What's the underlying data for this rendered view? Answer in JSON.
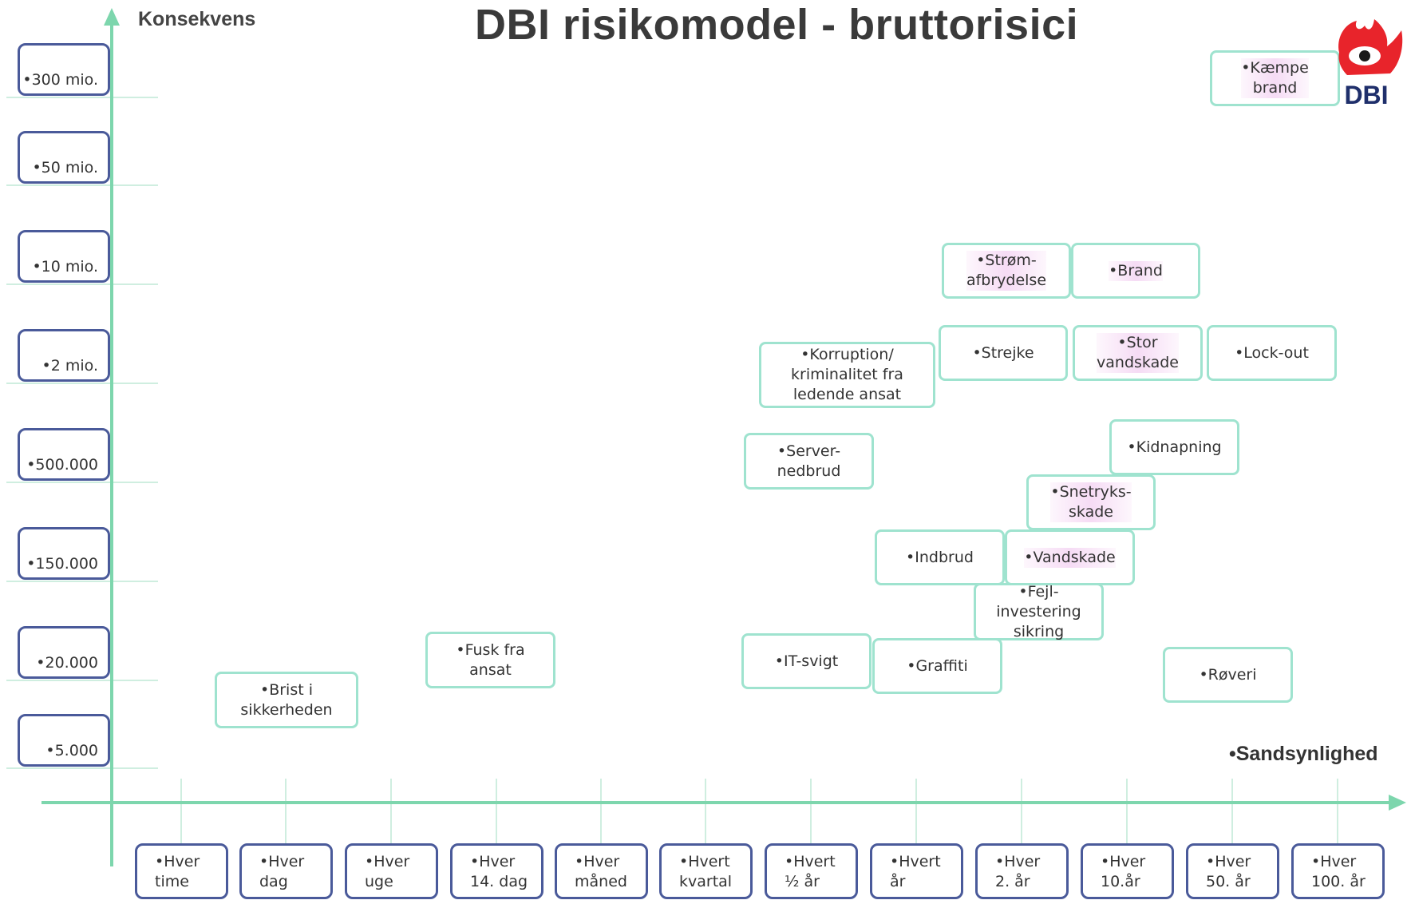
{
  "title": "DBI risikomodel - bruttorisici",
  "y_axis_label": "Konsekvens",
  "x_axis_label": "•Sandsynlighed",
  "logo_text": "DBI",
  "y_levels": [
    "•300 mio.",
    "•50 mio.",
    "•10 mio.",
    "•2 mio.",
    "•500.000",
    "•150.000",
    "•20.000",
    "•5.000"
  ],
  "x_levels": [
    "•Hver\ntime",
    "•Hver\ndag",
    "•Hver\nuge",
    "•Hver\n14. dag",
    "•Hver\nmåned",
    "•Hvert\nkvartal",
    "•Hvert\n½ år",
    "•Hvert\når",
    "•Hver\n2. år",
    "•Hver\n10.år",
    "•Hver\n50. år",
    "•Hver\n100. år"
  ],
  "risks": [
    {
      "label": "•Kæmpe\nbrand",
      "highlight": true
    },
    {
      "label": "•Strøm-\nafbrydelse",
      "highlight": true
    },
    {
      "label": "•Brand",
      "highlight": true
    },
    {
      "label": "•Korruption/\nkriminalitet fra\nledende ansat",
      "highlight": false
    },
    {
      "label": "•Strejke",
      "highlight": false
    },
    {
      "label": "•Stor\nvandskade",
      "highlight": true
    },
    {
      "label": "•Lock-out",
      "highlight": false
    },
    {
      "label": "•Server-\nnedbrud",
      "highlight": false
    },
    {
      "label": "•Kidnapning",
      "highlight": false
    },
    {
      "label": "•Snetryks-\nskade",
      "highlight": true
    },
    {
      "label": "•Indbrud",
      "highlight": false
    },
    {
      "label": "•Vandskade",
      "highlight": true
    },
    {
      "label": "•Fejl-\ninvestering\nsikring",
      "highlight": false
    },
    {
      "label": "•Brist i\nsikkerheden",
      "highlight": false
    },
    {
      "label": "•Fusk fra\nansat",
      "highlight": false
    },
    {
      "label": "•IT-svigt",
      "highlight": false
    },
    {
      "label": "•Graffiti",
      "highlight": false
    },
    {
      "label": "•Røveri",
      "highlight": false
    }
  ],
  "colors": {
    "axis": "#7dd6ad",
    "label_border": "#4a5a9a",
    "risk_border": "#9fe3cf",
    "logo_red": "#e8242b"
  }
}
